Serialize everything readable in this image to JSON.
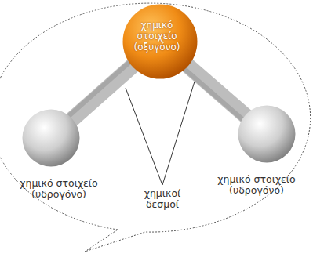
{
  "diagram": {
    "nodes": [
      {
        "text": [
          "χημικό στοιχείο (οξυγόνο)"
        ]
      },
      {
        "text": [
          "χημικό στοιχείο (υδρογόνο)"
        ]
      },
      {
        "text": [
          "χημικό στοιχείο (υδρογόνο)"
        ]
      }
    ],
    "edges": [
      {
        "from": 0,
        "to": 1,
        "arrow": "none"
      },
      {
        "from": 0,
        "to": 2,
        "arrow": "none"
      }
    ],
    "labels": [
      "χημικοί δεσμοί"
    ]
  }
}
